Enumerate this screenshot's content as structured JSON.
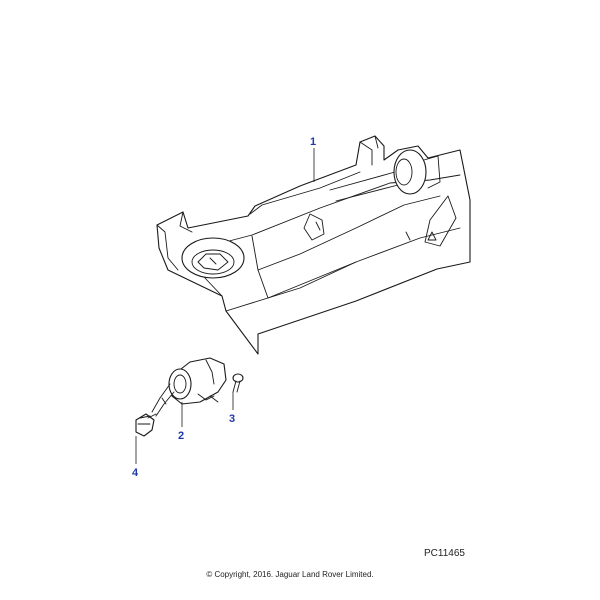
{
  "diagram": {
    "callouts": [
      {
        "id": "1",
        "label": "1"
      },
      {
        "id": "2",
        "label": "2"
      },
      {
        "id": "3",
        "label": "3"
      },
      {
        "id": "4",
        "label": "4"
      }
    ],
    "drawing_code": "PC11465",
    "copyright": "© Copyright, 2016. Jaguar Land Rover Limited."
  }
}
